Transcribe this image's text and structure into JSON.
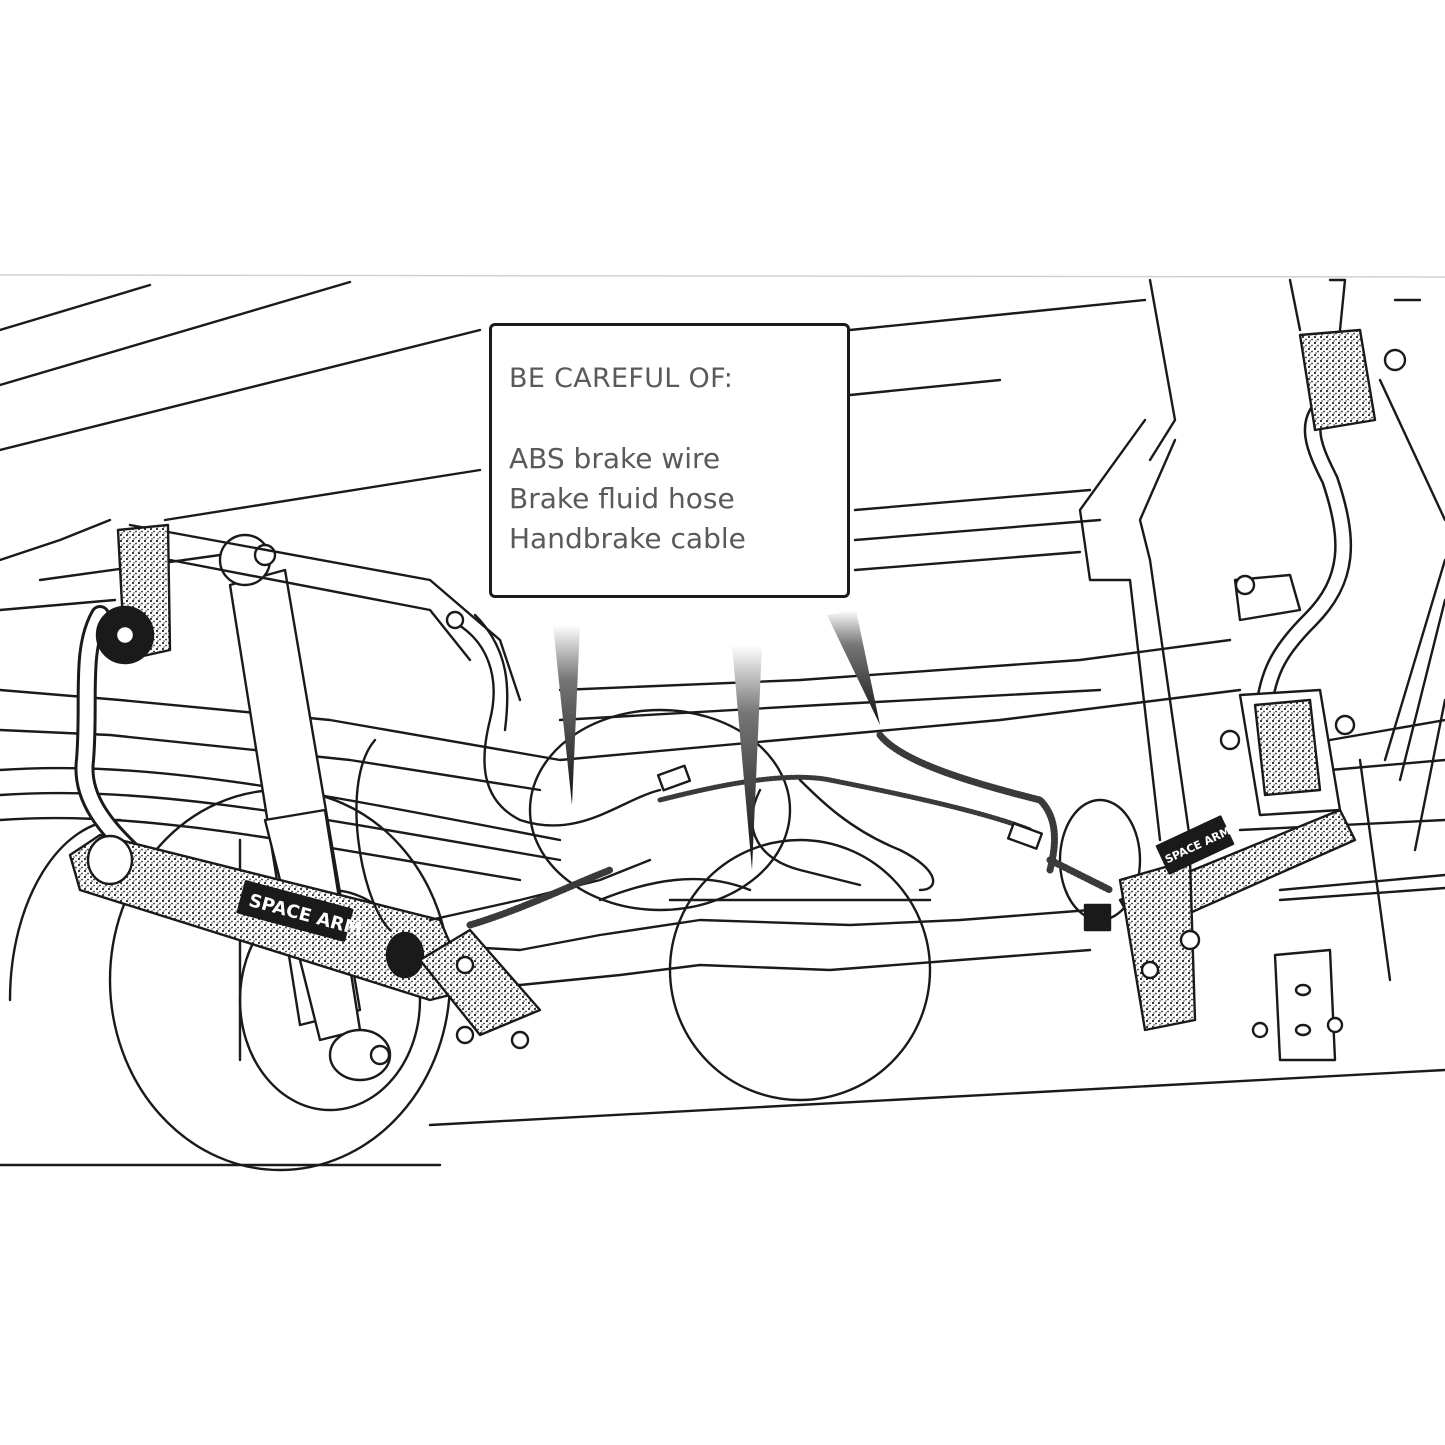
{
  "callout": {
    "heading": "BE CAREFUL OF:",
    "items": [
      "ABS brake wire",
      "Brake fluid hose",
      "Handbrake cable"
    ]
  },
  "arm_labels": {
    "left": "SPACE ARM",
    "right": "SPACE ARM"
  },
  "colors": {
    "line": "#1a1a1a",
    "text": "#5a5a5a",
    "background": "#ffffff",
    "stipple": "#3a3a3a"
  }
}
